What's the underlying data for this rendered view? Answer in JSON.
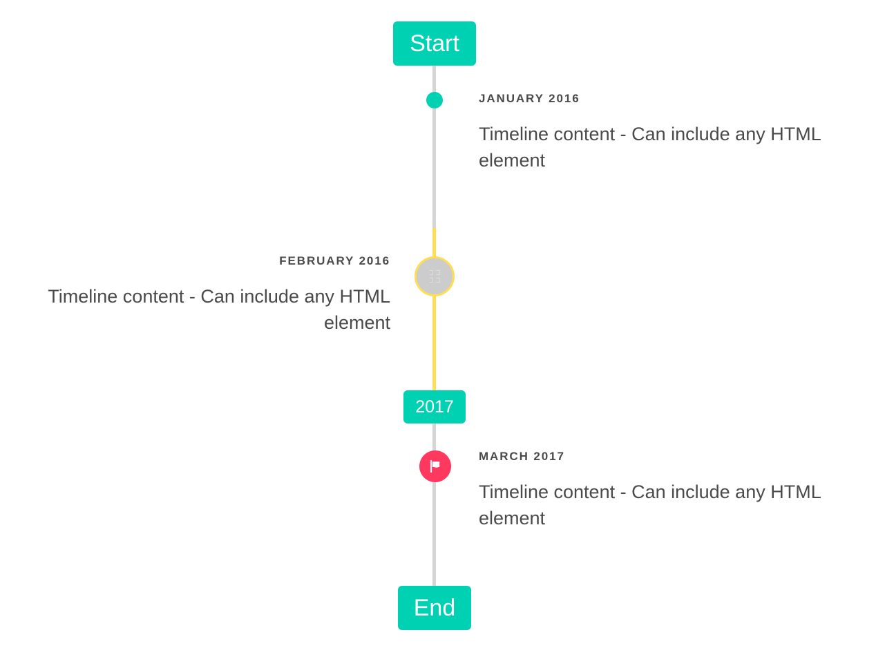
{
  "timeline": {
    "start_label": "Start",
    "end_label": "End",
    "year_divider_label": "2017",
    "items": [
      {
        "date": "JANUARY 2016",
        "content": "Timeline content - Can include any HTML element",
        "side": "right",
        "marker": "dot",
        "marker_color": "#00d1b2"
      },
      {
        "date": "FEBRUARY 2016",
        "content": "Timeline content - Can include any HTML element",
        "side": "left",
        "marker": "broken-image-icon",
        "marker_color": "#cccccc",
        "marker_ring_color": "#ffdd57"
      },
      {
        "date": "MARCH 2017",
        "content": "Timeline content - Can include any HTML element",
        "side": "right",
        "marker": "flag-icon",
        "marker_color": "#ff3860"
      }
    ],
    "colors": {
      "primary": "#00d1b2",
      "warning": "#ffdd57",
      "danger": "#ff3860",
      "line": "#d5d5d5",
      "text": "#4a4a4a"
    }
  }
}
